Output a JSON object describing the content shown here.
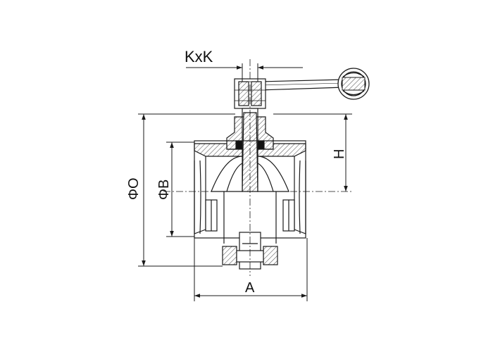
{
  "drawing": {
    "labels": {
      "kxk": "KxK",
      "h": "H",
      "phi_o": "ΦO",
      "phi_b": "ΦB",
      "a": "A"
    },
    "colors": {
      "line": "#1a1a1a",
      "hatch": "#555555",
      "background": "#ffffff"
    }
  }
}
